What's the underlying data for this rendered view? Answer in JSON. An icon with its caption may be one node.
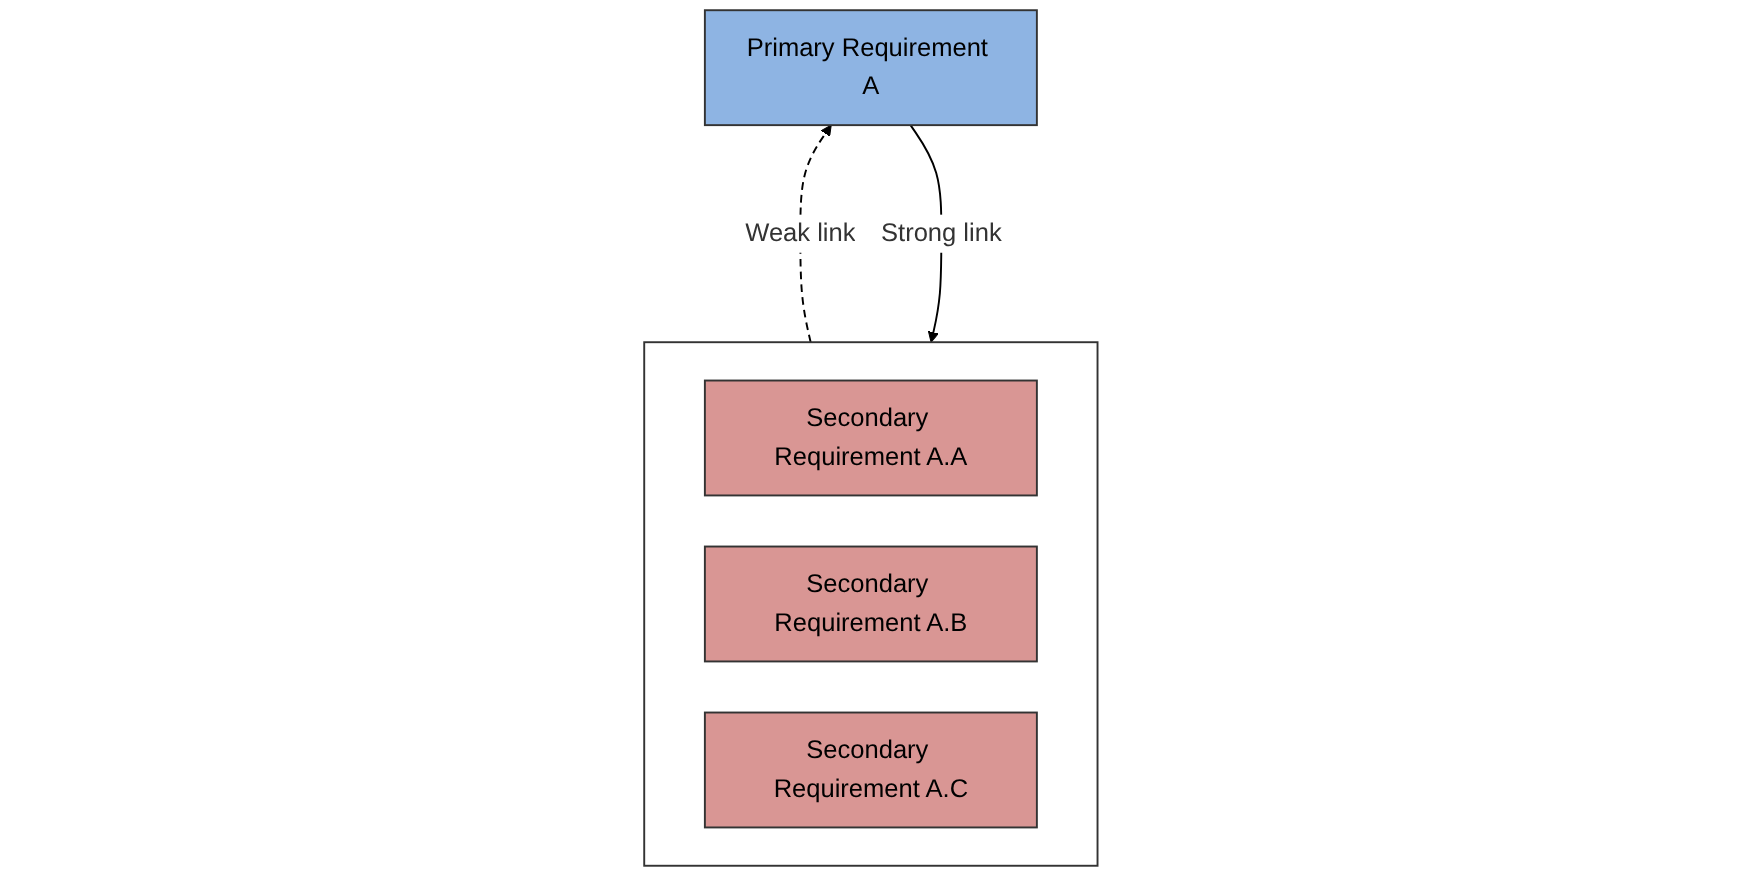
{
  "diagram": {
    "nodes": [
      {
        "text": [
          "Primary Requirement A"
        ]
      },
      {
        "text": [],
        "shape": "box"
      },
      {
        "text": [
          "Secondary Requirement A.A"
        ],
        "in": 1
      },
      {
        "text": [
          "Secondary Requirement A.B"
        ],
        "in": 1
      },
      {
        "text": [
          "Secondary Requirement A.C"
        ],
        "in": 1
      }
    ],
    "edges": [
      {
        "from": 1,
        "to": 0,
        "arrow": "to",
        "label": "Weak link",
        "style": "dashed"
      },
      {
        "from": 0,
        "to": 1,
        "arrow": "to",
        "label": "Strong link"
      }
    ]
  }
}
